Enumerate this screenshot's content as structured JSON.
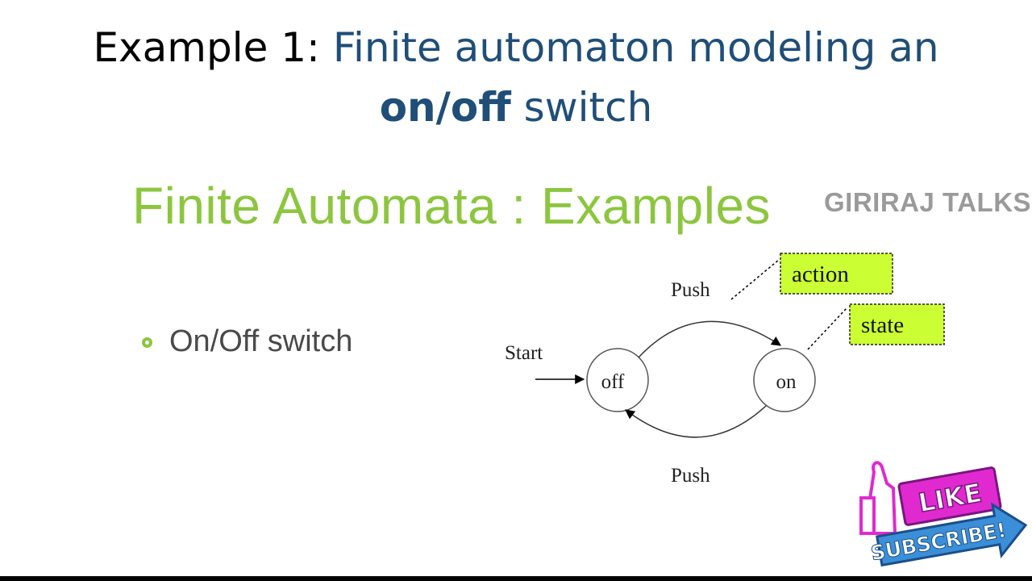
{
  "slide": {
    "title_prefix": "Example 1:",
    "title_main": "Finite automaton modeling an",
    "title_bold": "on/off",
    "title_end": "switch"
  },
  "inner": {
    "heading": "Finite Automata : Examples",
    "bullet": "On/Off switch"
  },
  "watermark": "GIRIRAJ TALKS",
  "diagram": {
    "start_label": "Start",
    "states": [
      "off",
      "on"
    ],
    "top_edge_label": "Push",
    "bottom_edge_label": "Push",
    "action_tag": "action",
    "state_tag": "state"
  },
  "badge": {
    "like": "LIKE",
    "subscribe": "SUBSCRIBE!"
  },
  "colors": {
    "title_blue": "#1f4e79",
    "accent_green": "#8cc63f",
    "tag_fill": "#ccff33",
    "like_pink": "#e02ad0",
    "subscribe_blue": "#3b8fd9"
  }
}
